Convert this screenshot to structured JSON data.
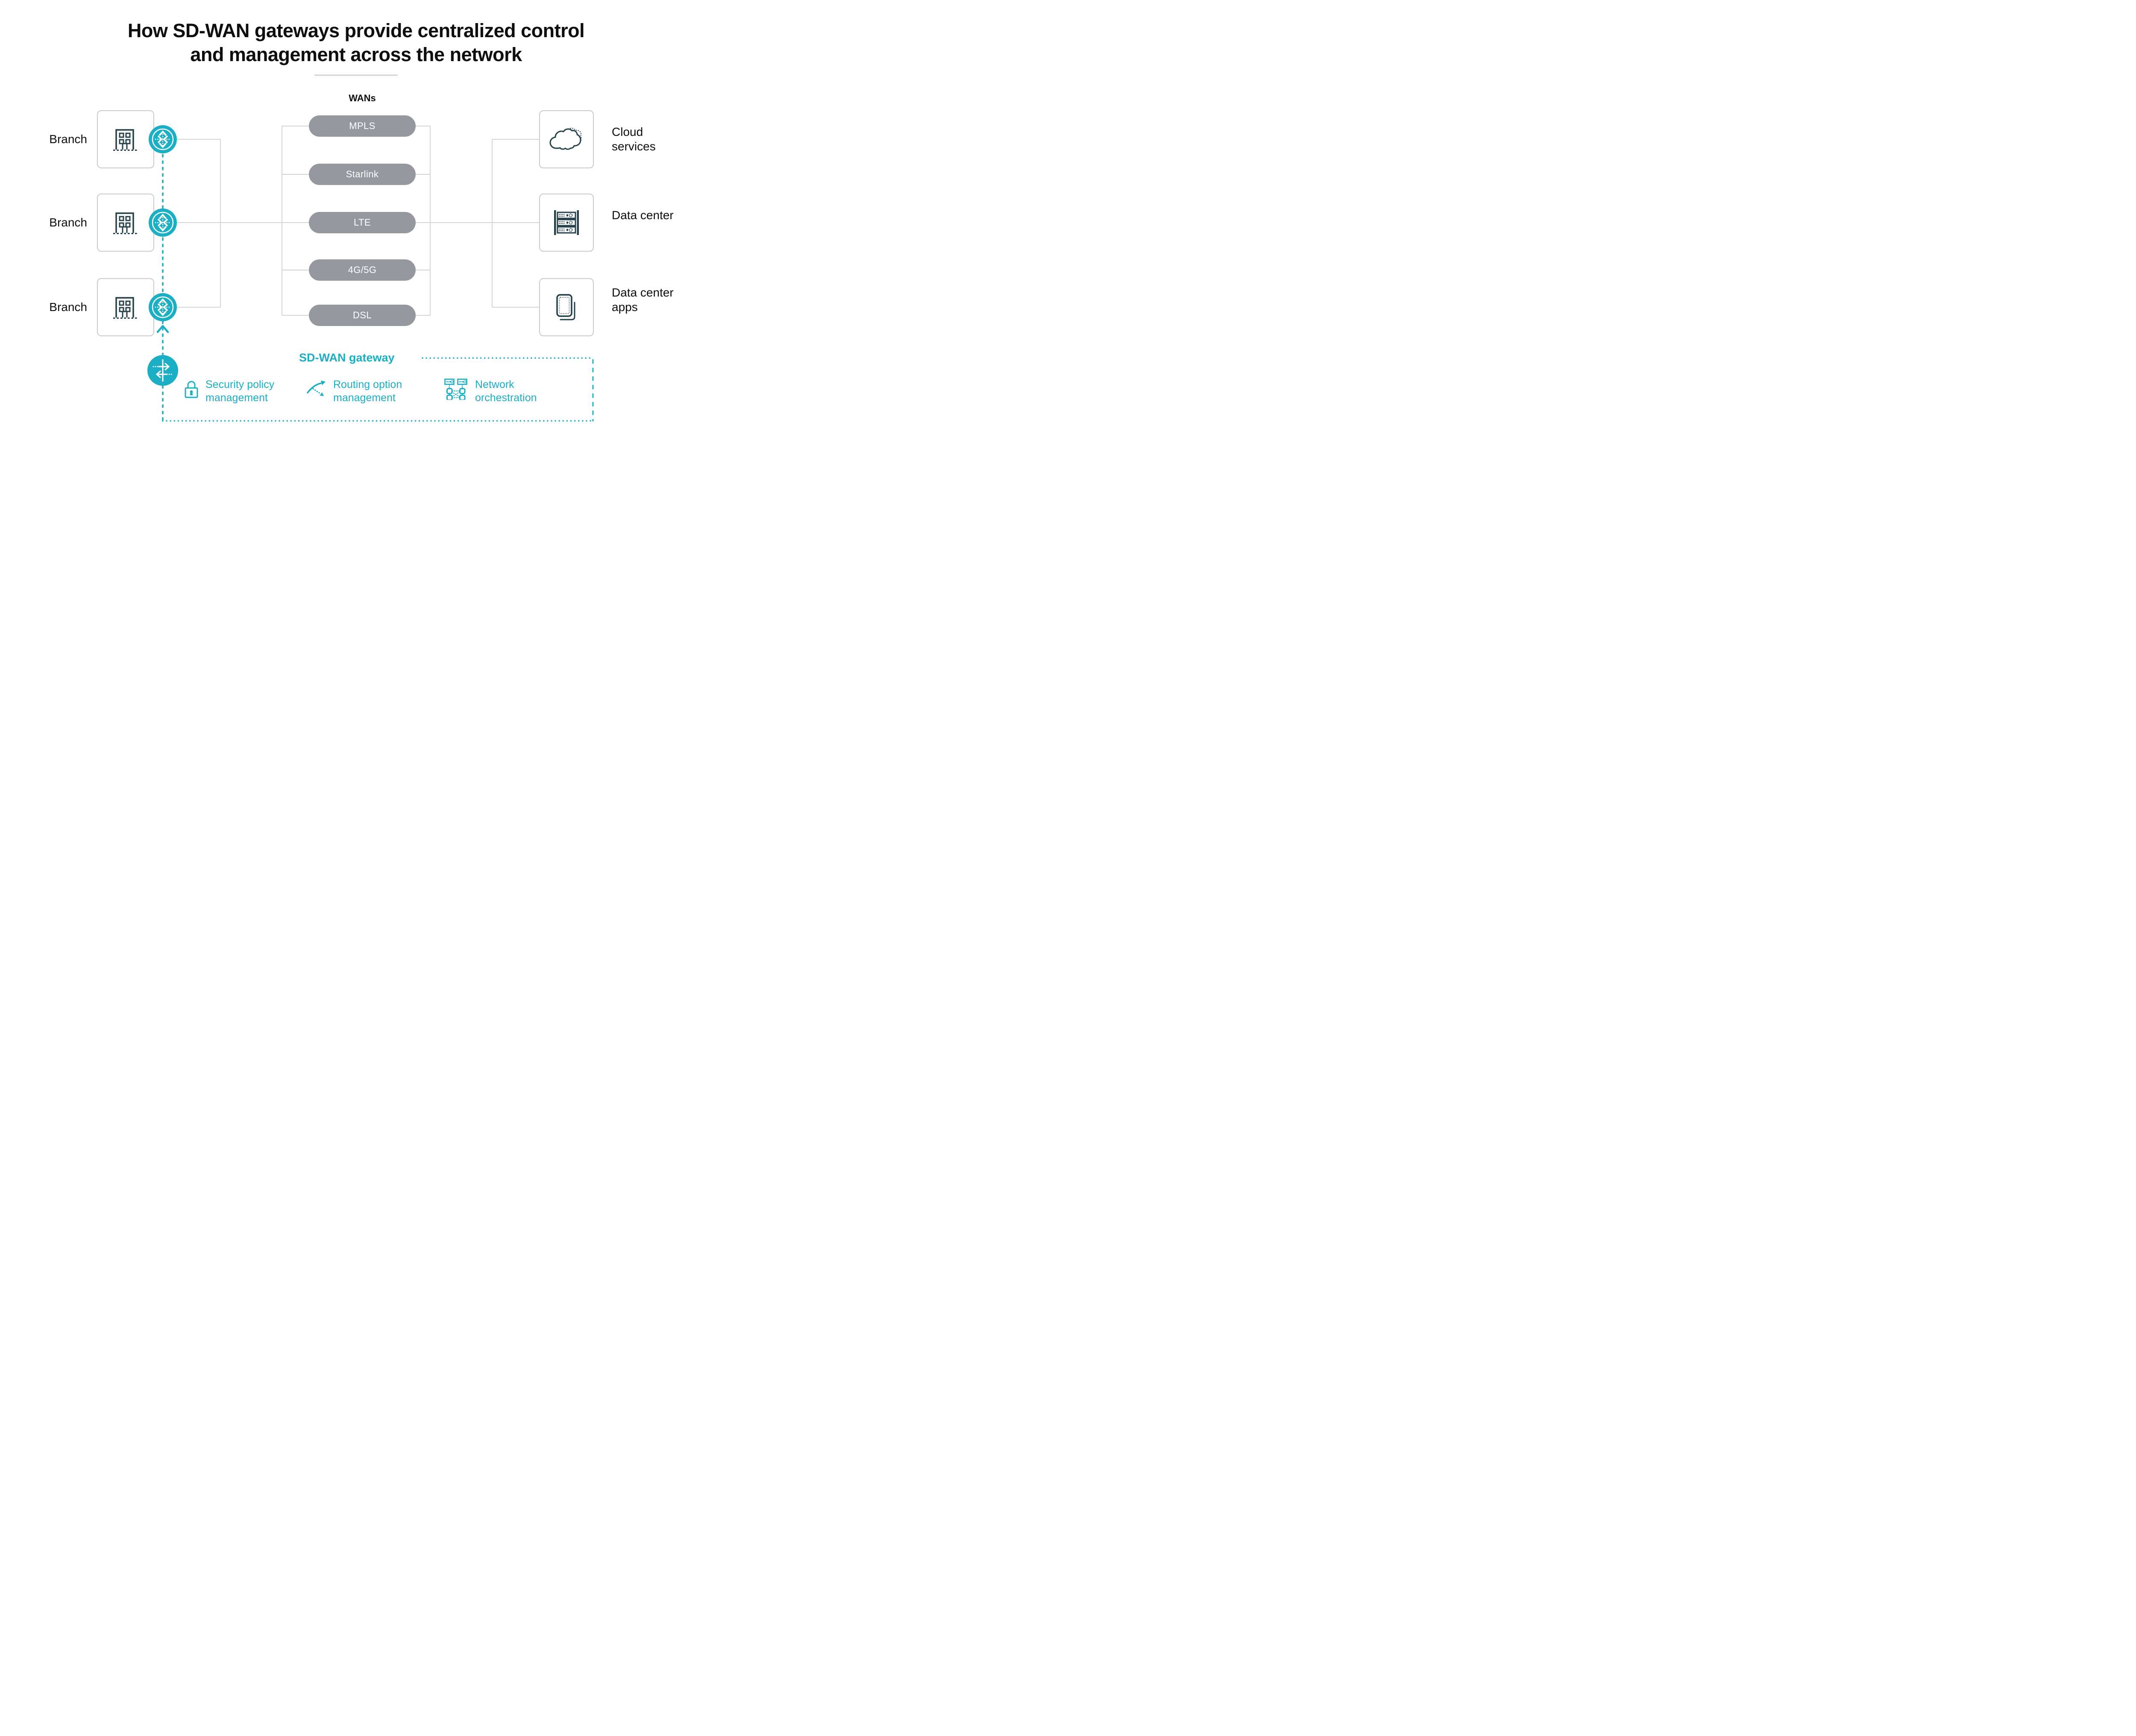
{
  "title": {
    "line1": "How SD-WAN gateways provide centralized control",
    "line2": "and management across the network"
  },
  "wans": {
    "label": "WANs",
    "links": [
      "MPLS",
      "Starlink",
      "LTE",
      "4G/5G",
      "DSL"
    ]
  },
  "branches": [
    {
      "label": "Branch",
      "icon": "office-building-icon"
    },
    {
      "label": "Branch",
      "icon": "office-building-icon"
    },
    {
      "label": "Branch",
      "icon": "office-building-icon"
    }
  ],
  "destinations": [
    {
      "label": "Cloud services",
      "icon": "cloud-icon"
    },
    {
      "label": "Data center",
      "icon": "server-rack-icon"
    },
    {
      "label": "Data center apps",
      "icon": "stacked-apps-icon"
    }
  ],
  "gateway": {
    "label": "SD-WAN gateway",
    "edge_icon": "router-icon",
    "hub_icon": "gateway-arrows-icon",
    "features": [
      {
        "label": "Security policy management",
        "icon": "lock-icon"
      },
      {
        "label": "Routing option management",
        "icon": "routing-arrows-icon"
      },
      {
        "label": "Network orchestration",
        "icon": "network-orchestration-icon"
      }
    ]
  },
  "colors": {
    "teal": "#1BAFC5",
    "pill_gray": "#95989F",
    "icon_dark": "#24404A",
    "connector_gray": "#D2D4D6",
    "card_border": "#C9CCCE",
    "text_black": "#0E0E0E",
    "divider": "#DBDBDB"
  }
}
